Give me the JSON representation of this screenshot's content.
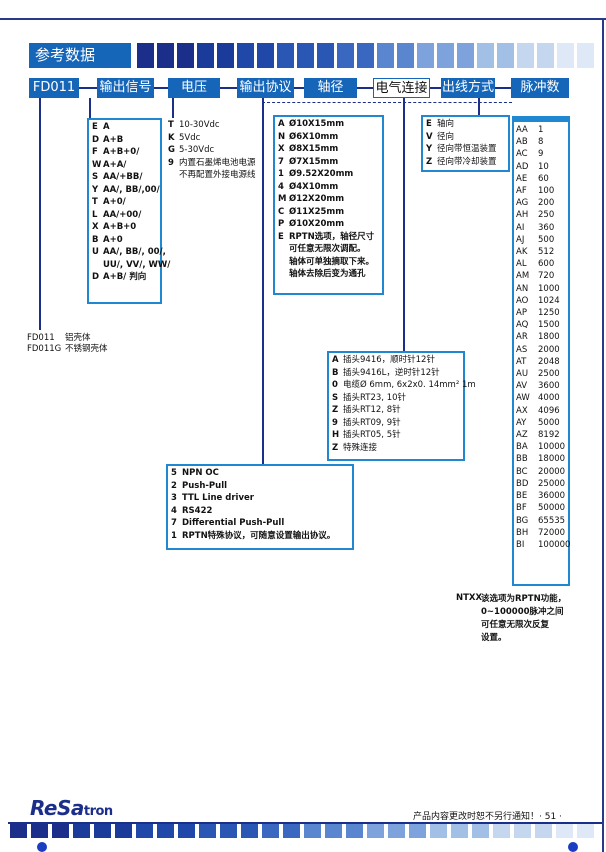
{
  "header": {
    "title": "参考数据"
  },
  "labels": {
    "model": "FD011",
    "signal": "输出信号",
    "voltage": "电压",
    "protocol": "输出协议",
    "shaft": "轴径",
    "connection": "电气连接",
    "outlet": "出线方式",
    "pulse": "脉冲数"
  },
  "housing": [
    {
      "code": "FD011",
      "desc": "铝壳体"
    },
    {
      "code": "FD011G",
      "desc": "不锈钢壳体"
    }
  ],
  "signal_options": [
    {
      "code": "E",
      "value": "A"
    },
    {
      "code": "D",
      "value": "A+B"
    },
    {
      "code": "F",
      "value": "A+B+0/"
    },
    {
      "code": "W",
      "value": "A+A/"
    },
    {
      "code": "S",
      "value": "AA/+BB/"
    },
    {
      "code": "Y",
      "value": "AA/, BB/,00/"
    },
    {
      "code": "T",
      "value": "A+0/"
    },
    {
      "code": "L",
      "value": "AA/+00/"
    },
    {
      "code": "X",
      "value": "A+B+0"
    },
    {
      "code": "B",
      "value": "A+0"
    },
    {
      "code": "U",
      "value": "AA/, BB/, 00/,"
    },
    {
      "code": "",
      "value": "UU/, VV/, WW/"
    },
    {
      "code": "D",
      "value": "A+B/ 判向"
    }
  ],
  "voltage_options": [
    {
      "code": "T",
      "value": "10-30Vdc"
    },
    {
      "code": "K",
      "value": "5Vdc"
    },
    {
      "code": "G",
      "value": "5-30Vdc"
    },
    {
      "code": "9",
      "value": "内置石墨烯电池电源"
    },
    {
      "code": "",
      "value": "不再配置外接电源线"
    }
  ],
  "shaft_options": [
    {
      "code": "A",
      "value": "Ø10X15mm"
    },
    {
      "code": "N",
      "value": "Ø6X10mm"
    },
    {
      "code": "X",
      "value": "Ø8X15mm"
    },
    {
      "code": "7",
      "value": "Ø7X15mm"
    },
    {
      "code": "1",
      "value": "Ø9.52X20mm"
    },
    {
      "code": "4",
      "value": "Ø4X10mm"
    },
    {
      "code": "M",
      "value": "Ø12X20mm"
    },
    {
      "code": "C",
      "value": "Ø11X25mm"
    },
    {
      "code": "P",
      "value": "Ø10X20mm"
    },
    {
      "code": "E",
      "value": "RPTN选项，轴径尺寸"
    },
    {
      "code": "",
      "value": "可任意无限次调配。"
    },
    {
      "code": "",
      "value": "轴体可单独摘取下来。"
    },
    {
      "code": "",
      "value": "轴体去除后变为通孔"
    }
  ],
  "outlet_options": [
    {
      "code": "E",
      "value": "轴向"
    },
    {
      "code": "V",
      "value": "径向"
    },
    {
      "code": "Y",
      "value": "径向带恒温装置"
    },
    {
      "code": "Z",
      "value": "径向带冷却装置"
    }
  ],
  "connection_options": [
    {
      "code": "A",
      "value": "插头9416，顺时针12针"
    },
    {
      "code": "B",
      "value": "插头9416L，逆时针12针"
    },
    {
      "code": "0",
      "value": "电缆Ø 6mm, 6x2x0. 14mm² 1m"
    },
    {
      "code": "S",
      "value": "插头RT23, 10针"
    },
    {
      "code": "Z",
      "value": "插头RT12, 8针"
    },
    {
      "code": "9",
      "value": "插头RT09, 9针"
    },
    {
      "code": "H",
      "value": "插头RT05, 5针"
    },
    {
      "code": "Z",
      "value": "特殊连接"
    }
  ],
  "protocol_options": [
    {
      "code": "5",
      "value": "NPN OC"
    },
    {
      "code": "2",
      "value": "Push-Pull"
    },
    {
      "code": "3",
      "value": "TTL Line driver"
    },
    {
      "code": "4",
      "value": "RS422"
    },
    {
      "code": "7",
      "value": "Differential Push-Pull"
    },
    {
      "code": "1",
      "value": "RPTN特殊协议，可随意设置输出协议。"
    }
  ],
  "pulse_options": [
    {
      "code": "AA",
      "value": "1"
    },
    {
      "code": "AB",
      "value": "8"
    },
    {
      "code": "AC",
      "value": "9"
    },
    {
      "code": "AD",
      "value": "10"
    },
    {
      "code": "AE",
      "value": "60"
    },
    {
      "code": "AF",
      "value": "100"
    },
    {
      "code": "AG",
      "value": "200"
    },
    {
      "code": "AH",
      "value": "250"
    },
    {
      "code": "AI",
      "value": "360"
    },
    {
      "code": "AJ",
      "value": "500"
    },
    {
      "code": "AK",
      "value": "512"
    },
    {
      "code": "AL",
      "value": "600"
    },
    {
      "code": "AM",
      "value": "720"
    },
    {
      "code": "AN",
      "value": "1000"
    },
    {
      "code": "AO",
      "value": "1024"
    },
    {
      "code": "AP",
      "value": "1250"
    },
    {
      "code": "AQ",
      "value": "1500"
    },
    {
      "code": "AR",
      "value": "1800"
    },
    {
      "code": "AS",
      "value": "2000"
    },
    {
      "code": "AT",
      "value": "2048"
    },
    {
      "code": "AU",
      "value": "2500"
    },
    {
      "code": "AV",
      "value": "3600"
    },
    {
      "code": "AW",
      "value": "4000"
    },
    {
      "code": "AX",
      "value": "4096"
    },
    {
      "code": "AY",
      "value": "5000"
    },
    {
      "code": "AZ",
      "value": "8192"
    },
    {
      "code": "BA",
      "value": "10000"
    },
    {
      "code": "BB",
      "value": "18000"
    },
    {
      "code": "BC",
      "value": "20000"
    },
    {
      "code": "BD",
      "value": "25000"
    },
    {
      "code": "BE",
      "value": "36000"
    },
    {
      "code": "BF",
      "value": "50000"
    },
    {
      "code": "BG",
      "value": "65535"
    },
    {
      "code": "BH",
      "value": "72000"
    },
    {
      "code": "BI",
      "value": "100000"
    }
  ],
  "ntxx": {
    "code": "NTXX",
    "lines": [
      "该选项为RPTN功能，",
      "0~100000脉冲之间",
      "可任意无限次反复",
      "设置。"
    ]
  },
  "footer": {
    "logo_main": "ReSa",
    "logo_tail": "tron",
    "notice": "产品内容更改时恕不另行通知！· 51 ·"
  },
  "colors": {
    "primary": "#1565b8",
    "dark": "#1b2f8a",
    "frame": "#1f88d0"
  }
}
